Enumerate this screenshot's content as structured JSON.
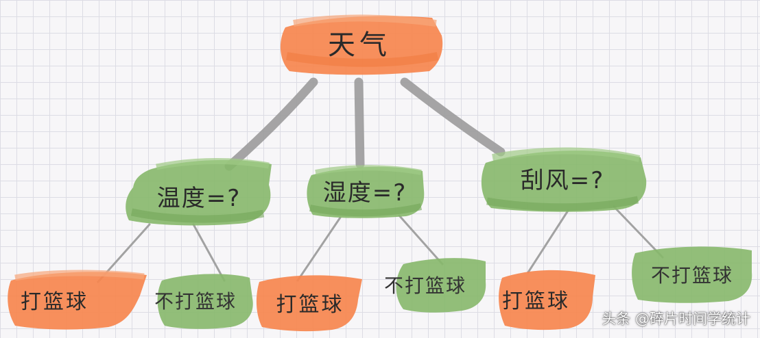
{
  "diagram": {
    "root": {
      "label": "天气"
    },
    "branches": [
      {
        "label": "温度=?",
        "leaves": [
          "打篮球",
          "不打篮球"
        ]
      },
      {
        "label": "湿度=?",
        "leaves": [
          "打篮球",
          "不打篮球"
        ]
      },
      {
        "label": "刮风=?",
        "leaves": [
          "打篮球",
          "不打篮球"
        ]
      }
    ]
  },
  "colors": {
    "orange": "#f6864e",
    "green": "#86b86a",
    "edge_thick": "#9b9b9b",
    "edge_thin": "#a2a2a2",
    "grid": "#dcdce4"
  },
  "watermark": {
    "text": "头条 @碎片时间学统计"
  }
}
